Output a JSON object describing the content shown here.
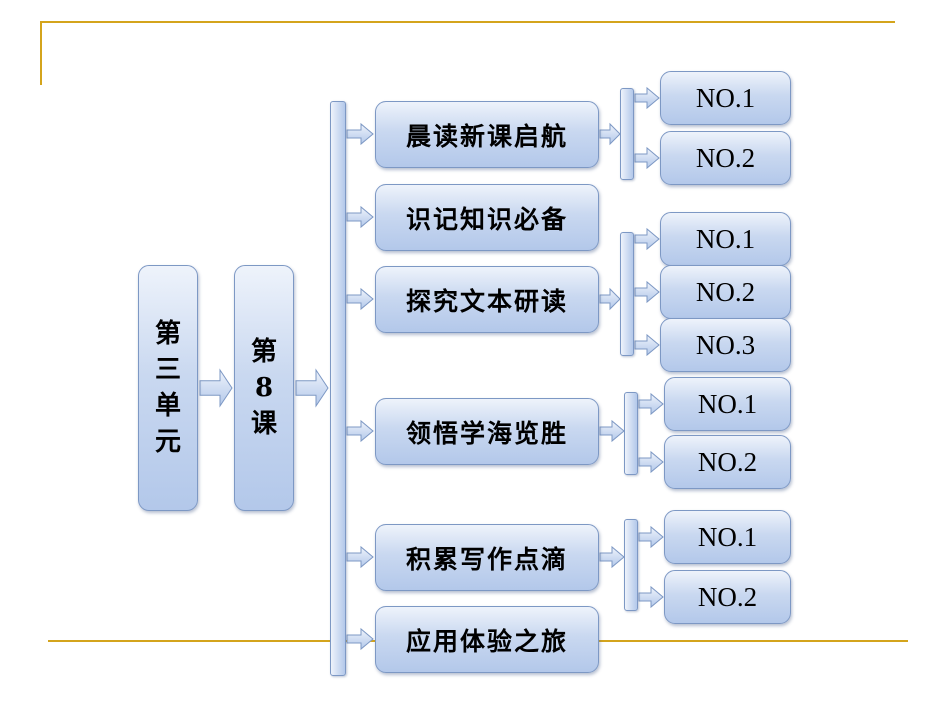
{
  "unit": "第三单元",
  "lesson": "第8课",
  "sections": [
    {
      "label": "晨读新课启航",
      "items": [
        "NO.1",
        "NO.2"
      ]
    },
    {
      "label": "识记知识必备",
      "items": []
    },
    {
      "label": "探究文本研读",
      "items": [
        "NO.1",
        "NO.2",
        "NO.3"
      ]
    },
    {
      "label": "领悟学海览胜",
      "items": [
        "NO.1",
        "NO.2"
      ]
    },
    {
      "label": "积累写作点滴",
      "items": [
        "NO.1",
        "NO.2"
      ]
    },
    {
      "label": "应用体验之旅",
      "items": []
    }
  ],
  "colors": {
    "accent_line": "#d4a41c",
    "box_fill": "#b3c8ea",
    "box_border": "#7d98c4"
  }
}
